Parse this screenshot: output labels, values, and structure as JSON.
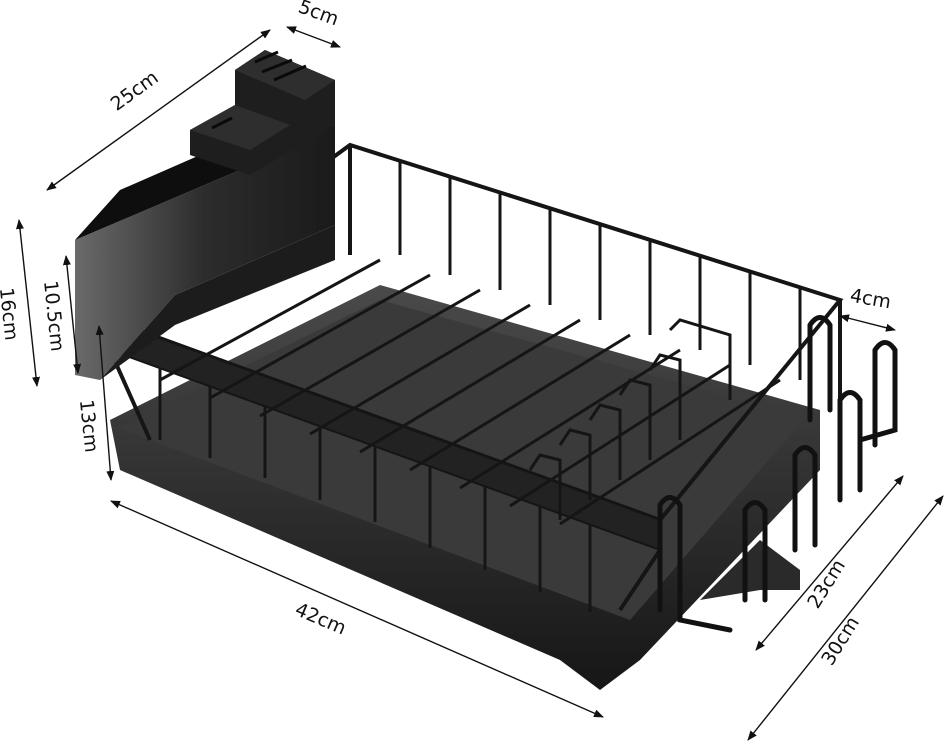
{
  "diagram": {
    "subject": "Dish drying rack with utensil holder, knife block and drip tray",
    "colors": {
      "product": "#1c1c1c",
      "tray": "#2a2a2a",
      "lines": "#111111",
      "background": "#ffffff"
    }
  },
  "dimensions": {
    "holder_length": {
      "label": "25cm"
    },
    "knife_block_depth": {
      "label": "5cm"
    },
    "total_height": {
      "label": "16cm"
    },
    "holder_height": {
      "label": "10.5cm"
    },
    "rack_height": {
      "label": "13cm"
    },
    "side_holder_width": {
      "label": "4cm"
    },
    "rack_length": {
      "label": "42cm"
    },
    "rack_width": {
      "label": "23cm"
    },
    "total_width": {
      "label": "30cm"
    }
  }
}
